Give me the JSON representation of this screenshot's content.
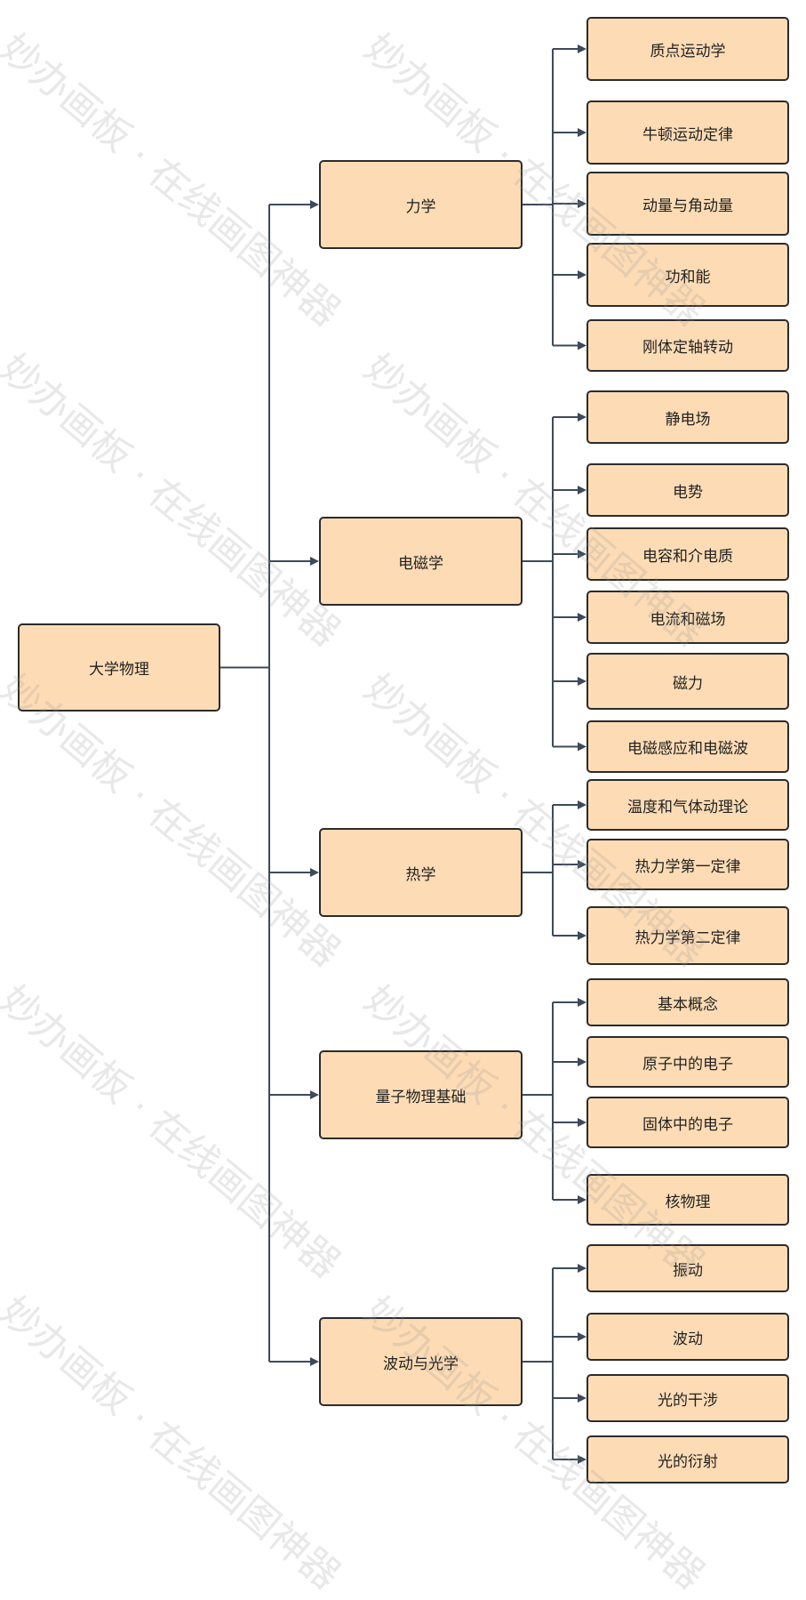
{
  "colors": {
    "node_fill": "#fddcb5",
    "node_border": "#2b2b2b",
    "connector": "#3d4a5c",
    "watermark": "#969696"
  },
  "root": {
    "label": "大学物理"
  },
  "branches": [
    {
      "label": "力学",
      "children": [
        "质点运动学",
        "牛顿运动定律",
        "动量与角动量",
        "功和能",
        "刚体定轴转动"
      ]
    },
    {
      "label": "电磁学",
      "children": [
        "静电场",
        "电势",
        "电容和介电质",
        "电流和磁场",
        "磁力",
        "电磁感应和电磁波"
      ]
    },
    {
      "label": "热学",
      "children": [
        "温度和气体动理论",
        "热力学第一定律",
        "热力学第二定律"
      ]
    },
    {
      "label": "量子物理基础",
      "children": [
        "基本概念",
        "原子中的电子",
        "固体中的电子",
        "核物理"
      ]
    },
    {
      "label": "波动与光学",
      "children": [
        "振动",
        "波动",
        "光的干涉",
        "光的衍射"
      ]
    }
  ],
  "watermark": {
    "text": "妙办画板 · 在线画图神器"
  }
}
